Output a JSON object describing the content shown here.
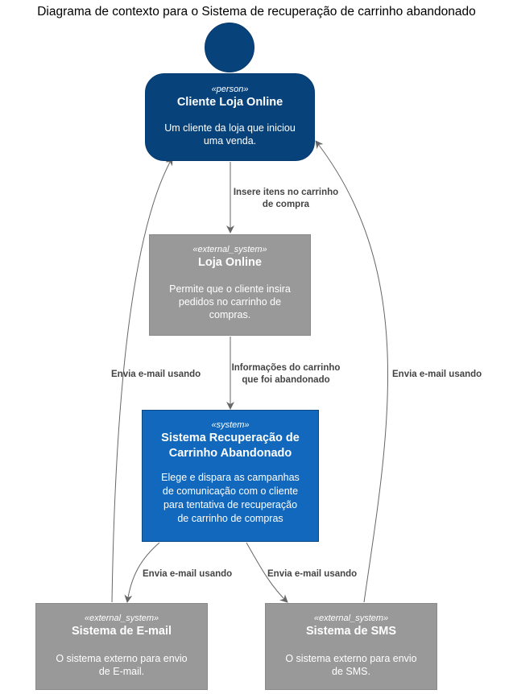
{
  "title": "Diagrama de contexto para o Sistema de recuperação de carrinho abandonado",
  "nodes": {
    "cliente": {
      "stereotype": "«person»",
      "name": "Cliente Loja Online",
      "description": [
        "Um cliente da loja que iniciou",
        "uma venda."
      ],
      "color": "#08427b"
    },
    "loja": {
      "stereotype": "«external_system»",
      "name": "Loja Online",
      "description": [
        "Permite que o cliente insira",
        "pedidos no carrinho de",
        "compras."
      ],
      "color": "#999999"
    },
    "sistema": {
      "stereotype": "«system»",
      "name": [
        "Sistema Recuperação de",
        "Carrinho Abandonado"
      ],
      "description": [
        "Elege e dispara as campanhas",
        "de comunicação com o cliente",
        "para tentativa de recuperação",
        "de carrinho de compras"
      ],
      "color": "#1168bd"
    },
    "email": {
      "stereotype": "«external_system»",
      "name": "Sistema de E-mail",
      "description": [
        "O sistema externo para envio",
        "de E-mail."
      ],
      "color": "#999999"
    },
    "sms": {
      "stereotype": "«external_system»",
      "name": "Sistema de SMS",
      "description": [
        "O sistema externo para envio",
        "de SMS."
      ],
      "color": "#999999"
    }
  },
  "relations": {
    "cliente_loja": [
      "Insere itens no carrinho",
      "de compra"
    ],
    "loja_sistema": [
      "Informações do carrinho",
      "que foi abandonado"
    ],
    "sistema_email": "Envia e-mail usando",
    "sistema_sms": "Envia e-mail usando",
    "email_cliente": "Envia e-mail usando",
    "sms_cliente": "Envia e-mail usando"
  }
}
